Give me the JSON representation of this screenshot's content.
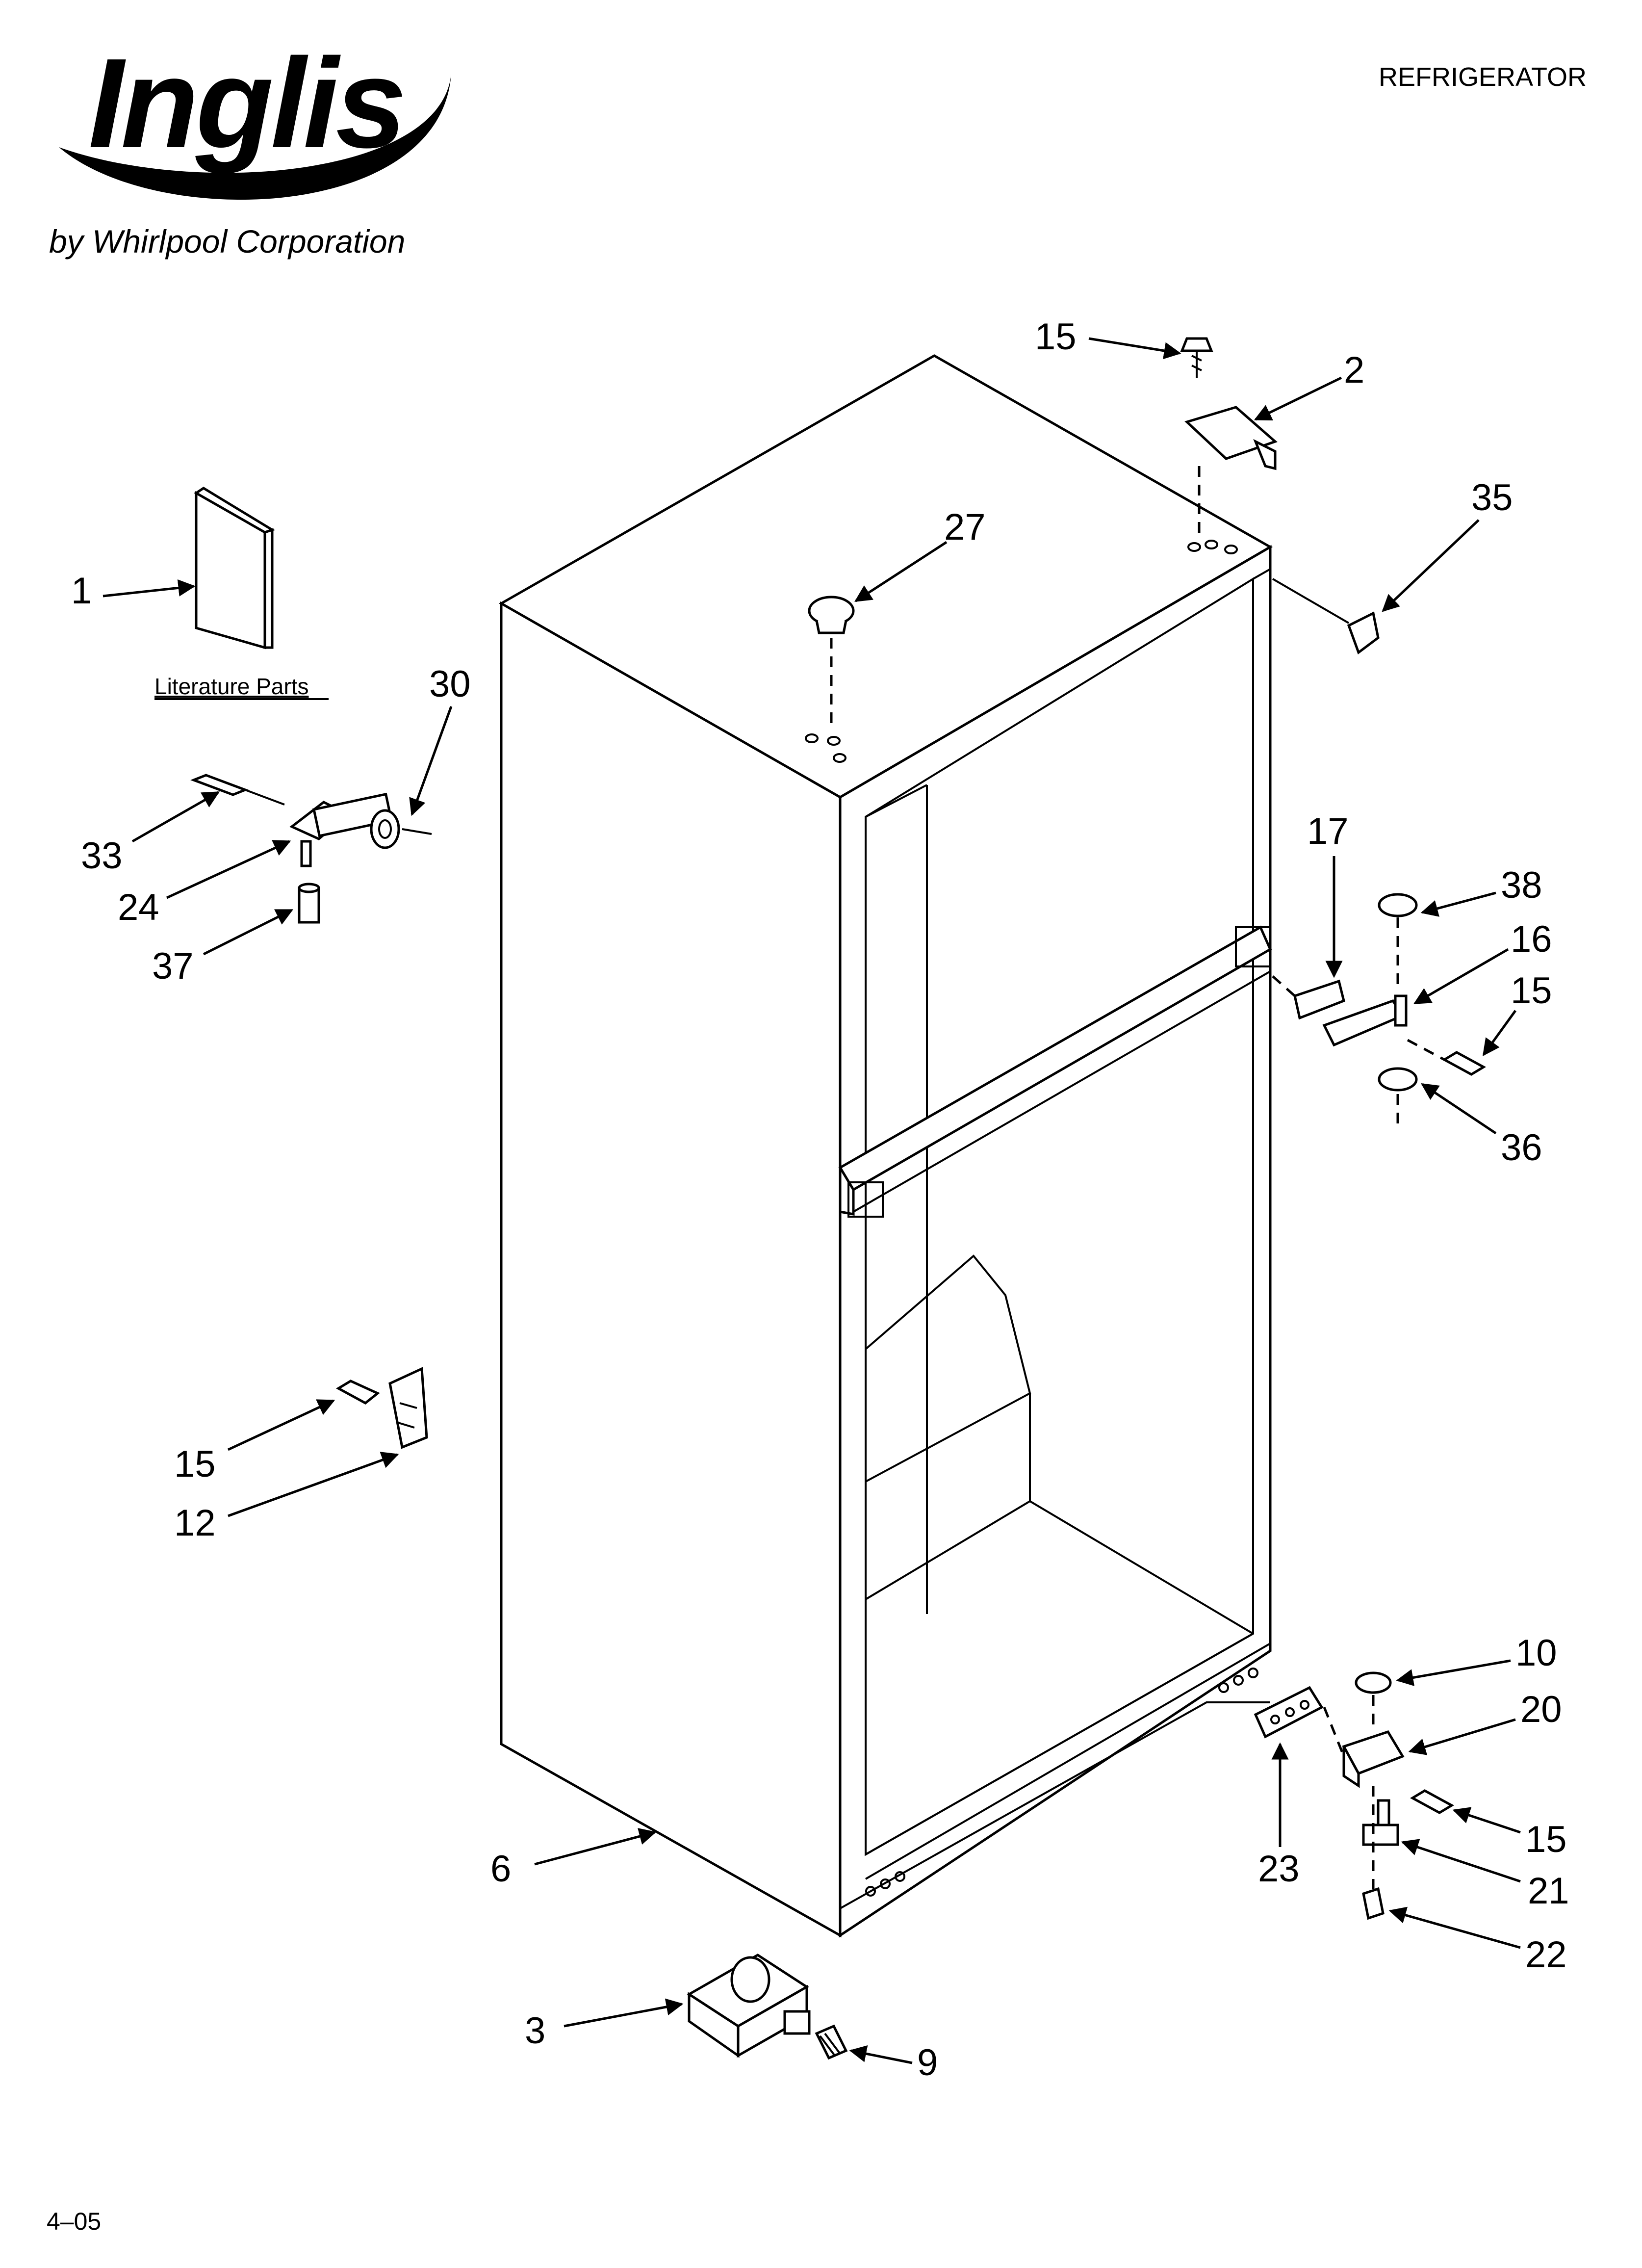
{
  "brand": {
    "logo_text": "Inglis",
    "byline": "by Whirlpool Corporation"
  },
  "header": {
    "title": "REFRIGERATOR"
  },
  "literature": {
    "label": "Literature Parts"
  },
  "footer": {
    "date_code": "4–05"
  },
  "callouts": [
    {
      "part": "1"
    },
    {
      "part": "2"
    },
    {
      "part": "3"
    },
    {
      "part": "6"
    },
    {
      "part": "9"
    },
    {
      "part": "10"
    },
    {
      "part": "12"
    },
    {
      "part": "15"
    },
    {
      "part": "15"
    },
    {
      "part": "15"
    },
    {
      "part": "15"
    },
    {
      "part": "16"
    },
    {
      "part": "17"
    },
    {
      "part": "20"
    },
    {
      "part": "21"
    },
    {
      "part": "22"
    },
    {
      "part": "23"
    },
    {
      "part": "24"
    },
    {
      "part": "27"
    },
    {
      "part": "30"
    },
    {
      "part": "33"
    },
    {
      "part": "35"
    },
    {
      "part": "36"
    },
    {
      "part": "37"
    },
    {
      "part": "38"
    }
  ]
}
